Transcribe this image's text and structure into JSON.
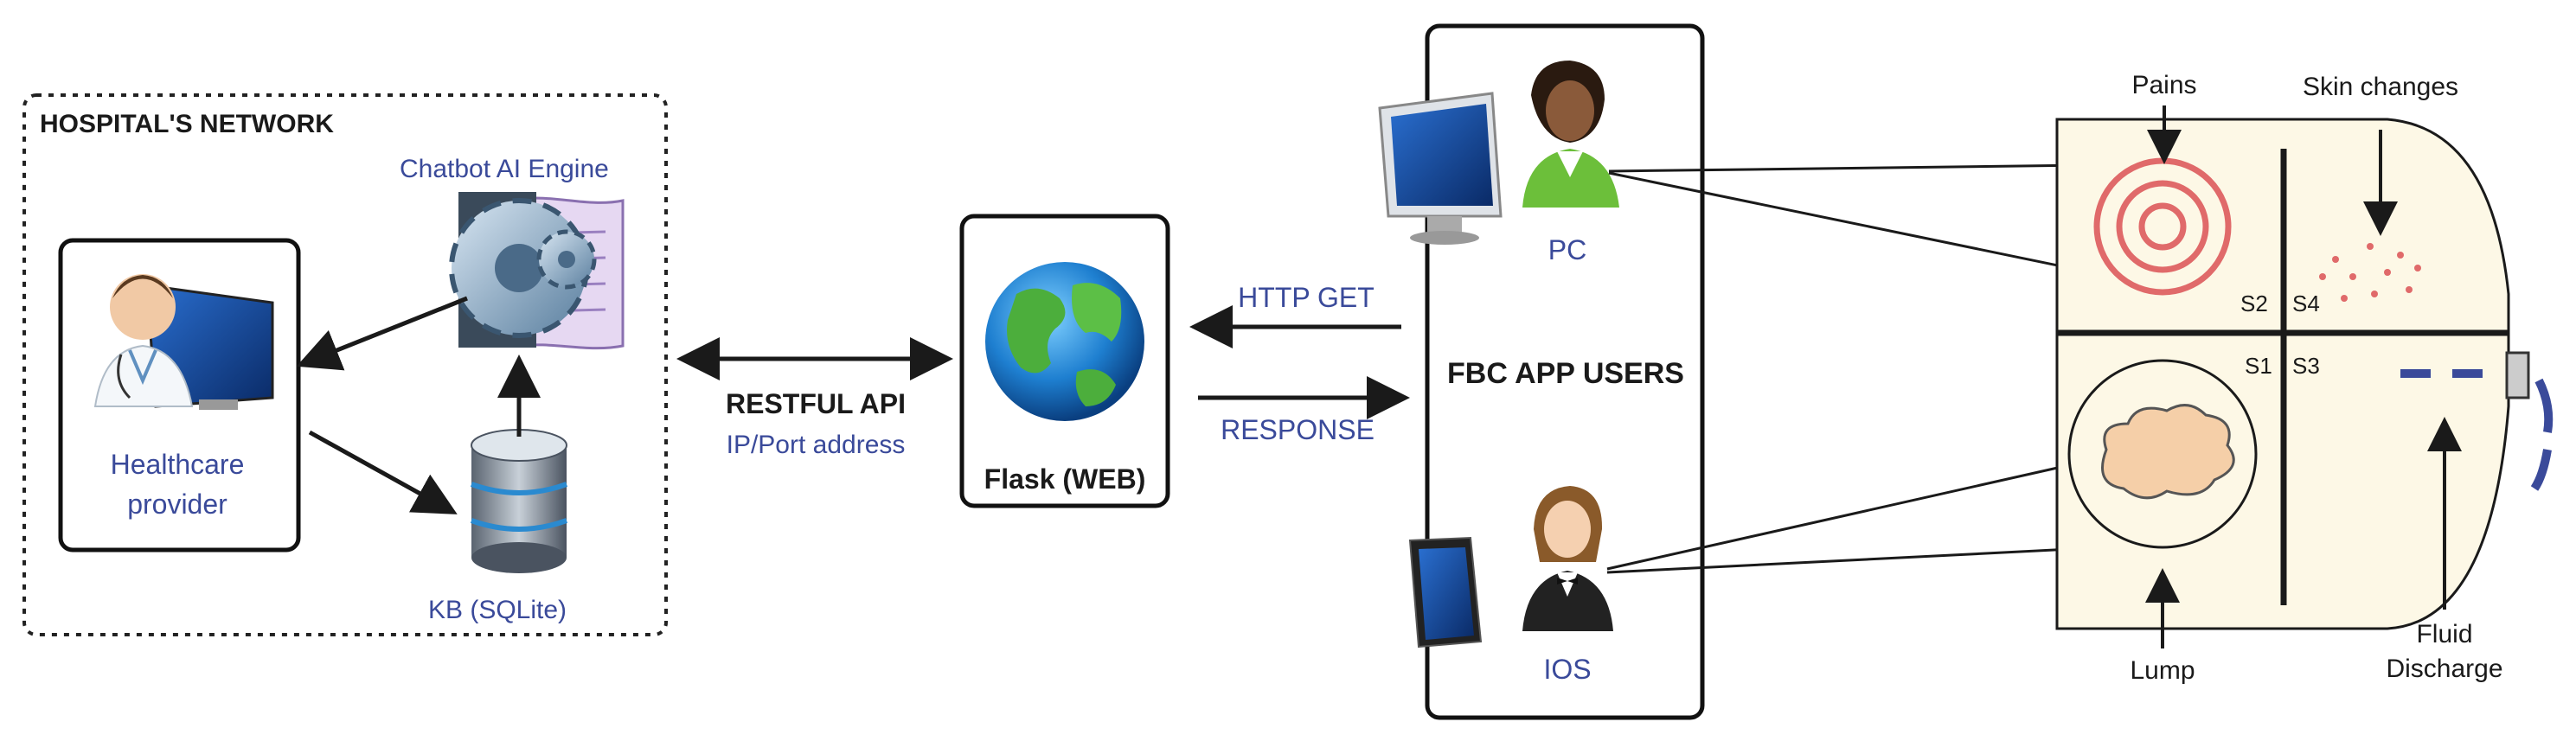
{
  "hospital": {
    "title": "HOSPITAL'S NETWORK",
    "chatbot_label": "Chatbot AI Engine",
    "provider_label_line1": "Healthcare",
    "provider_label_line2": "provider",
    "kb_label": "KB (SQLite)"
  },
  "api": {
    "title": "RESTFUL API",
    "subtitle": "IP/Port address"
  },
  "server": {
    "label": "Flask (WEB)"
  },
  "requests": {
    "get_label": "HTTP GET",
    "response_label": "RESPONSE"
  },
  "users": {
    "title": "FBC APP USERS",
    "pc_label": "PC",
    "ios_label": "IOS"
  },
  "breast": {
    "pains_label": "Pains",
    "skin_label": "Skin changes",
    "lump_label": "Lump",
    "fluid_line1": "Fluid",
    "fluid_line2": "Discharge",
    "s1": "S1",
    "s2": "S2",
    "s3": "S3",
    "s4": "S4"
  },
  "colors": {
    "label_blue": "#3a4a9a",
    "breast_fill": "#fdf8e6",
    "pain_red": "#e06a6a",
    "lump_fill": "#f5cfa8"
  }
}
